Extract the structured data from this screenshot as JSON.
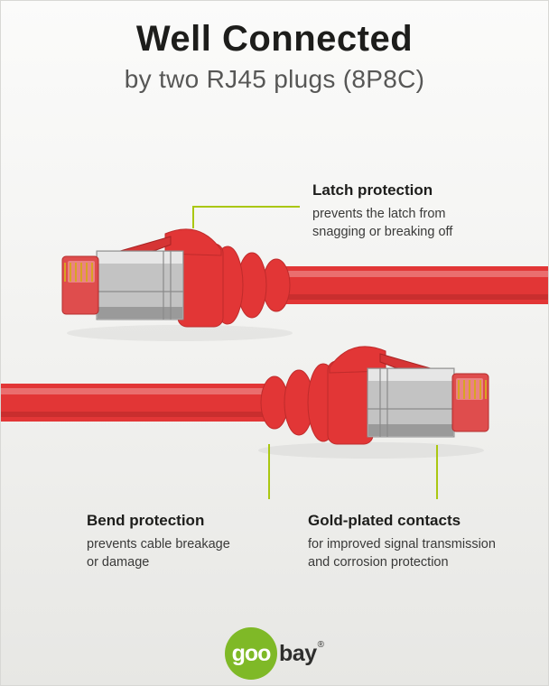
{
  "header": {
    "title": "Well Connected",
    "subtitle": "by two RJ45 plugs (8P8C)"
  },
  "annotations": {
    "latch": {
      "title": "Latch protection",
      "line1": "prevents the latch from",
      "line2": "snagging or breaking off"
    },
    "bend": {
      "title": "Bend protection",
      "line1": "prevents cable breakage",
      "line2": "or damage"
    },
    "gold": {
      "title": "Gold-plated contacts",
      "line1": "for improved signal transmission",
      "line2": "and corrosion protection"
    }
  },
  "logo": {
    "circle_text": "goo",
    "suffix": "bay",
    "registered": "®"
  },
  "colors": {
    "accent_green": "#aac711",
    "logo_green": "#7fb927",
    "cable_red": "#e23636"
  }
}
